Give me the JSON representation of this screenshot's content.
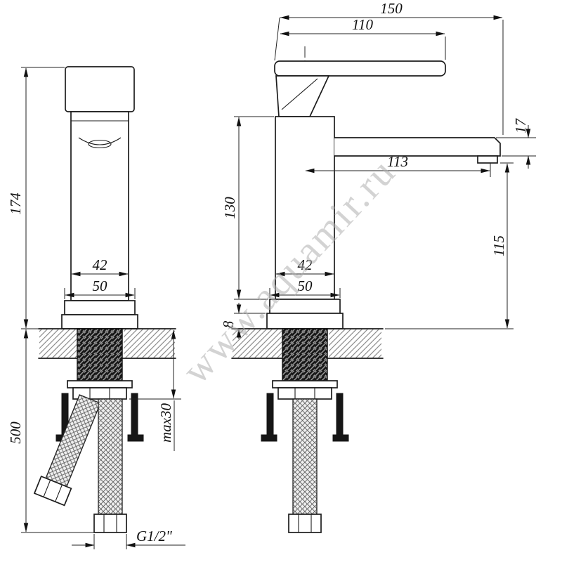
{
  "drawing": {
    "watermark": "www.aquamir.ru",
    "front": {
      "height": "174",
      "hose_length": "500",
      "body_width": "42",
      "base_width": "50",
      "max_mount": "max30",
      "thread": "G1/2\""
    },
    "side": {
      "overall_depth": "150",
      "handle_depth": "110",
      "spout_tip": "17",
      "spout_reach": "113",
      "body_height": "130",
      "spout_height": "115",
      "body_depth": "42",
      "base_depth": "50",
      "plate_thickness": "8"
    }
  }
}
